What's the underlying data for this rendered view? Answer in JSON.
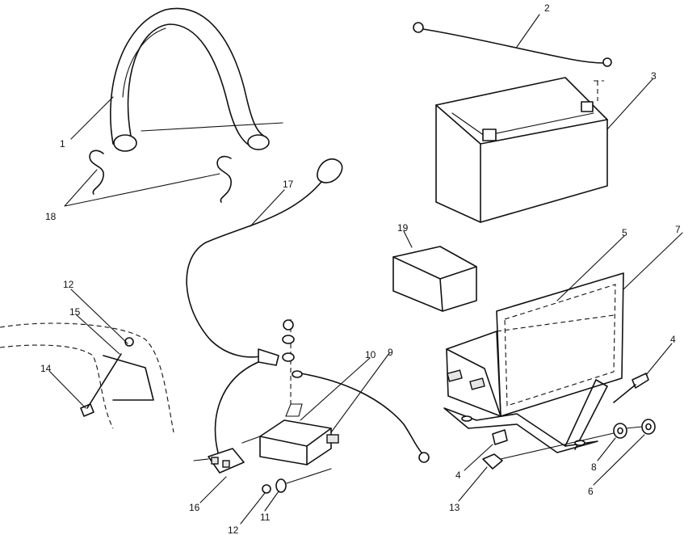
{
  "callouts": [
    {
      "id": "c1",
      "text": "1"
    },
    {
      "id": "c2",
      "text": "2"
    },
    {
      "id": "c3",
      "text": "3"
    },
    {
      "id": "c4a",
      "text": "4"
    },
    {
      "id": "c4b",
      "text": "4"
    },
    {
      "id": "c5",
      "text": "5"
    },
    {
      "id": "c6",
      "text": "6"
    },
    {
      "id": "c7",
      "text": "7"
    },
    {
      "id": "c8",
      "text": "8"
    },
    {
      "id": "c9",
      "text": "9"
    },
    {
      "id": "c10",
      "text": "10"
    },
    {
      "id": "c11",
      "text": "11"
    },
    {
      "id": "c12a",
      "text": "12"
    },
    {
      "id": "c12b",
      "text": "12"
    },
    {
      "id": "c13",
      "text": "13"
    },
    {
      "id": "c14",
      "text": "14"
    },
    {
      "id": "c15",
      "text": "15"
    },
    {
      "id": "c16",
      "text": "16"
    },
    {
      "id": "c17",
      "text": "17"
    },
    {
      "id": "c18",
      "text": "18"
    },
    {
      "id": "c19",
      "text": "19"
    }
  ],
  "parts": [
    {
      "id": "strap",
      "icon": "battery-strap-icon"
    },
    {
      "id": "cable-2",
      "icon": "battery-cable-icon"
    },
    {
      "id": "battery",
      "icon": "battery-icon"
    },
    {
      "id": "battery-box",
      "icon": "battery-box-icon"
    },
    {
      "id": "pad",
      "icon": "pad-icon"
    },
    {
      "id": "solenoid",
      "icon": "solenoid-icon"
    },
    {
      "id": "cable-17",
      "icon": "starter-cable-icon"
    },
    {
      "id": "hooks",
      "icon": "s-hook-icon"
    },
    {
      "id": "bracket",
      "icon": "mounting-bracket-icon"
    },
    {
      "id": "block-16",
      "icon": "connector-block-icon"
    },
    {
      "id": "fender",
      "icon": "fender-outline-icon"
    }
  ]
}
